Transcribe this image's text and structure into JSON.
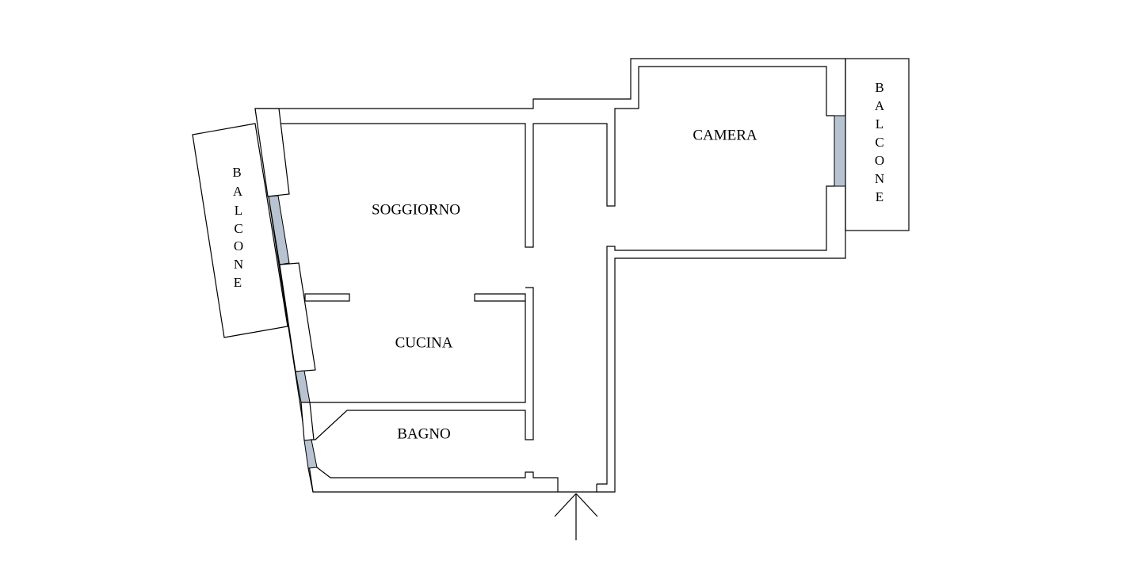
{
  "rooms": {
    "soggiorno": "SOGGIORNO",
    "cucina": "CUCINA",
    "bagno": "BAGNO",
    "camera": "CAMERA"
  },
  "balconies": {
    "left": "BALCONE",
    "right": "BALCONE"
  },
  "colors": {
    "window_glass": "#b7c3d0",
    "wall": "#000000",
    "background": "#ffffff"
  }
}
